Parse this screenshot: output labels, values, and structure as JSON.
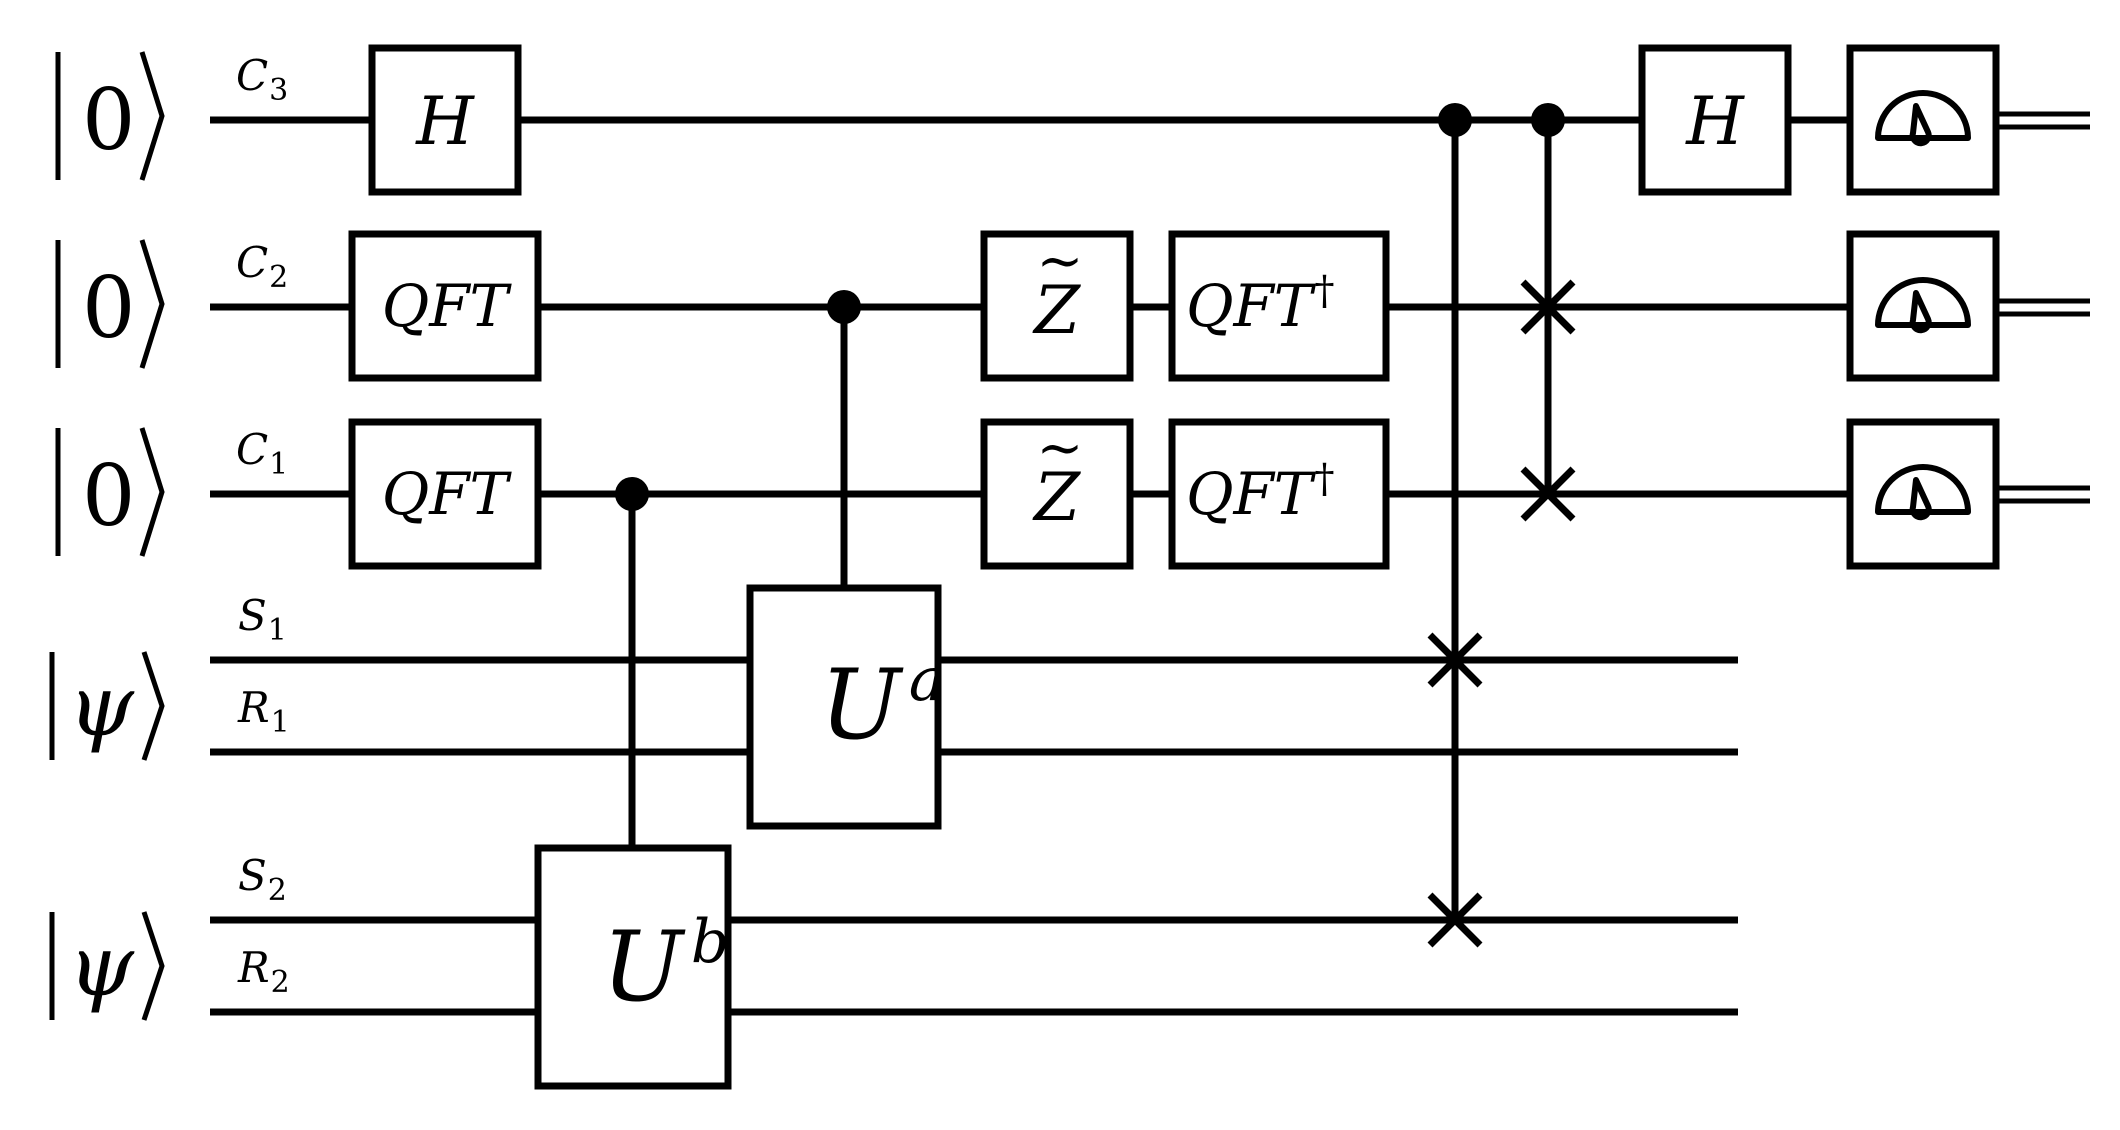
{
  "diagram": {
    "inputs": [
      {
        "ket": "0"
      },
      {
        "ket": "0"
      },
      {
        "ket": "0"
      },
      {
        "ket": "ψ"
      },
      {
        "ket": "ψ"
      }
    ],
    "wire_labels": [
      {
        "main": "C",
        "sub": "3"
      },
      {
        "main": "C",
        "sub": "2"
      },
      {
        "main": "C",
        "sub": "1"
      },
      {
        "main": "S",
        "sub": "1"
      },
      {
        "main": "R",
        "sub": "1"
      },
      {
        "main": "S",
        "sub": "2"
      },
      {
        "main": "R",
        "sub": "2"
      }
    ],
    "gates": {
      "h_first": "H",
      "qft_c2": "QFT",
      "qft_c1": "QFT",
      "u_a_base": "U",
      "u_a_exp": "a",
      "u_b_base": "U",
      "u_b_exp": "b",
      "z_c2": "Z",
      "z_c1": "Z",
      "z_tilde": "~",
      "qftdag_c2": "QFT",
      "qftdag_c1": "QFT",
      "dagger": "†",
      "h_last": "H"
    },
    "icons": {
      "measure": "meter-icon"
    }
  }
}
